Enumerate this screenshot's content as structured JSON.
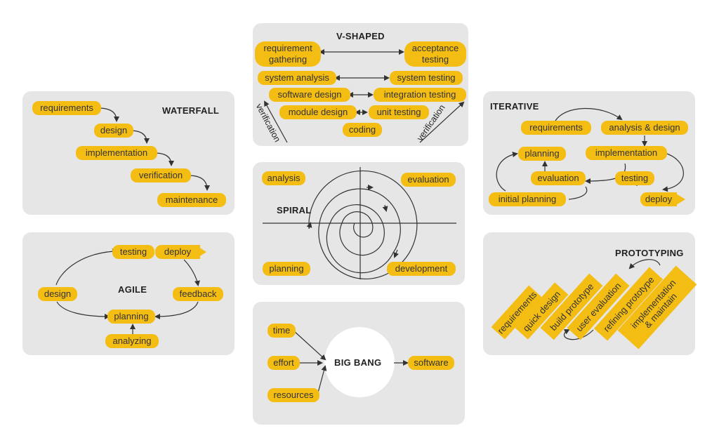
{
  "waterfall": {
    "title": "WATERFALL",
    "steps": [
      "requirements",
      "design",
      "implementation",
      "verification",
      "maintenance"
    ]
  },
  "agile": {
    "title": "AGILE",
    "testing": "testing",
    "deploy": "deploy",
    "feedback": "feedback",
    "planning": "planning",
    "design": "design",
    "analyzing": "analyzing"
  },
  "vshaped": {
    "title": "V-SHAPED",
    "requirement_gathering": "requirement gathering",
    "acceptance_testing": "acceptance testing",
    "system_analysis": "system analysis",
    "system_testing": "system testing",
    "software_design": "software design",
    "integration_testing": "integration testing",
    "module_design": "module design",
    "unit_testing": "unit testing",
    "coding": "coding",
    "verification_left": "verification",
    "verification_right": "verification"
  },
  "spiral": {
    "title": "SPIRAL",
    "analysis": "analysis",
    "evaluation": "evaluation",
    "planning": "planning",
    "development": "development"
  },
  "bigbang": {
    "title": "BIG BANG",
    "time": "time",
    "effort": "effort",
    "resources": "resources",
    "software": "software"
  },
  "iterative": {
    "title": "ITERATIVE",
    "requirements": "requirements",
    "analysis_design": "analysis & design",
    "planning": "planning",
    "implementation": "implementation",
    "evaluation": "evaluation",
    "testing": "testing",
    "initial_planning": "initial planning",
    "deploy": "deploy"
  },
  "prototyping": {
    "title": "PROTOTYPING",
    "steps": [
      "requirements",
      "quick design",
      "build prototype",
      "user evaluation",
      "refining prototype",
      "implementation & maintain"
    ]
  },
  "colors": {
    "panel": "#e6e6e6",
    "pill": "#f4bd14",
    "line": "#333333"
  }
}
